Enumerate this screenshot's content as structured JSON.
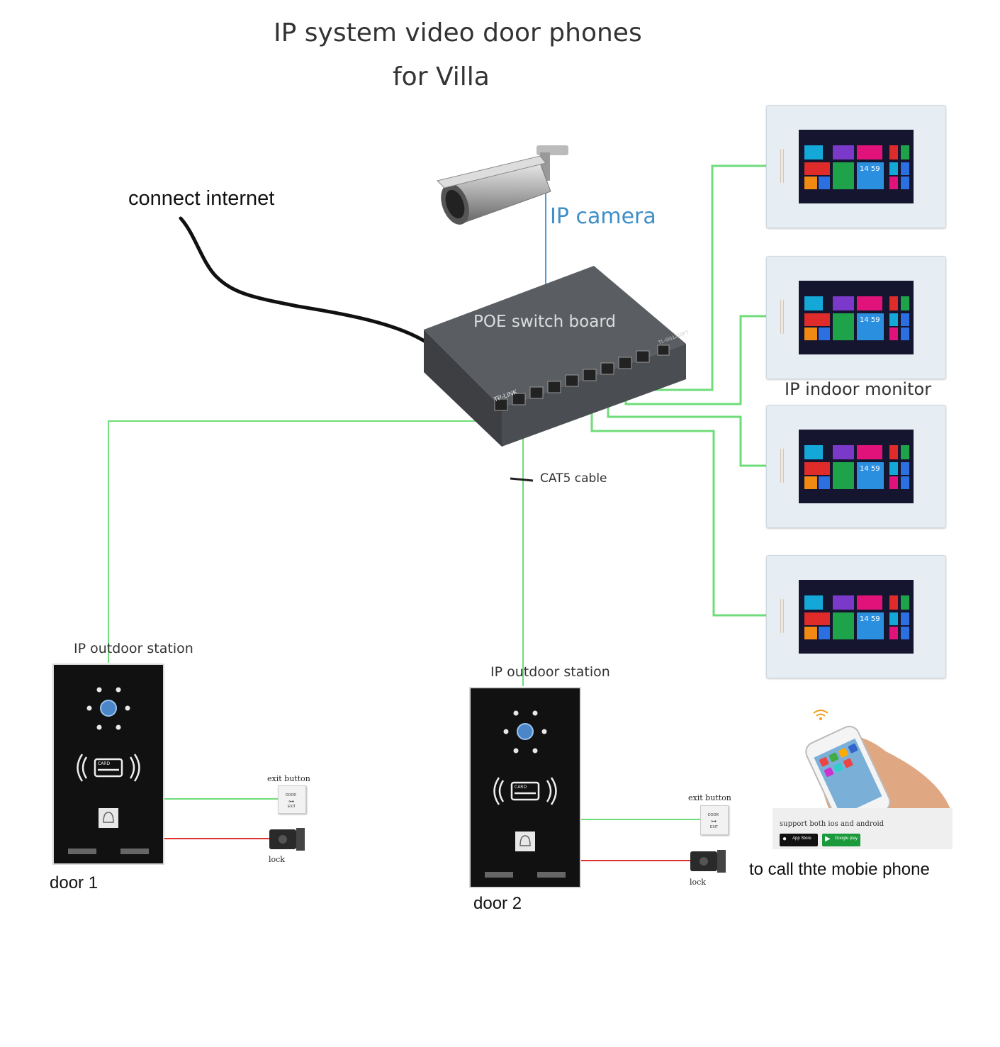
{
  "title": {
    "line1": "IP system video door phones",
    "line2": "for Villa"
  },
  "labels": {
    "connect_internet": "connect internet",
    "ip_camera": "IP camera",
    "poe_switch": "POE switch board",
    "ip_indoor_monitor": "IP indoor monitor",
    "cat5_cable": "CAT5 cable",
    "ip_outdoor_station_1": "IP outdoor station",
    "ip_outdoor_station_2": "IP outdoor station",
    "door1": "door  1",
    "door2": "door  2",
    "exit_button_1": "exit button",
    "exit_button_2": "exit button",
    "lock_1": "lock",
    "lock_2": "lock",
    "call_mobile": "to call thte mobie phone",
    "support": "support both ios and android",
    "app_store": "App Store",
    "google_play": "Google play"
  },
  "switch_text": {
    "brand": "TP-LINK",
    "model": "TL-SG1210PT"
  },
  "monitor_clock": "14 59",
  "card_text": "CARD",
  "exit_text": {
    "top": "DOOR",
    "bottom": "EXIT"
  },
  "colors": {
    "cable_green": "#6fdc7a",
    "lock_red": "#e03030",
    "camera_blue": "#4a9bd6",
    "title_gray": "#333333"
  }
}
